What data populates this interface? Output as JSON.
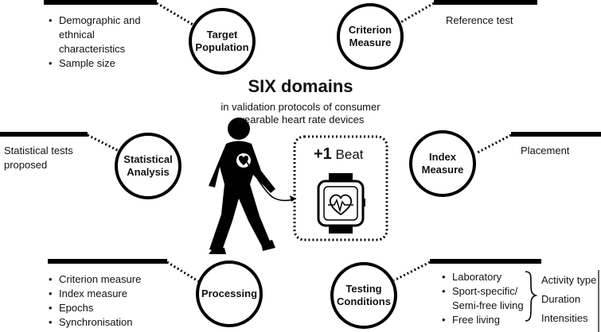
{
  "title": "SIX domains",
  "subtitle_line1": "in validation protocols of consumer",
  "subtitle_line2": "wearable heart rate devices",
  "beat": {
    "plus": "+1",
    "word": "Beat"
  },
  "domains": {
    "target_population": {
      "line1": "Target",
      "line2": "Population",
      "items": [
        "Demographic and",
        "ethnical",
        "characteristics",
        "Sample size"
      ]
    },
    "criterion_measure": {
      "line1": "Criterion",
      "line2": "Measure",
      "detail": "Reference test"
    },
    "statistical_analysis": {
      "line1": "Statistical",
      "line2": "Analysis",
      "detail_line1": "Statistical tests",
      "detail_line2": "proposed"
    },
    "index_measure": {
      "line1": "Index",
      "line2": "Measure",
      "detail": "Placement"
    },
    "processing": {
      "label": "Processing",
      "items": [
        "Criterion measure",
        "Index measure",
        "Epochs",
        "Synchronisation"
      ]
    },
    "testing_conditions": {
      "line1": "Testing",
      "line2": "Conditions",
      "items": [
        "Laboratory",
        "Sport-specific/",
        "Semi-free living",
        "Free living"
      ],
      "extras": [
        "Activity type",
        "Duration",
        "Intensities"
      ]
    }
  }
}
